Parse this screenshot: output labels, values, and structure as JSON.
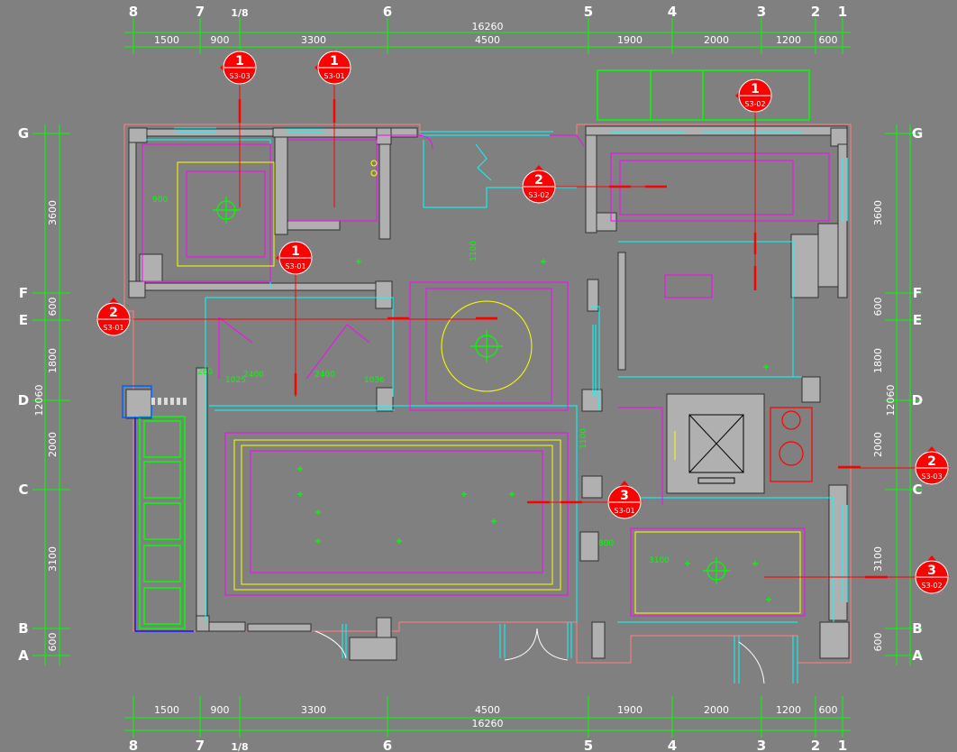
{
  "drawing": {
    "background": "#808080",
    "colors": {
      "dim": "#00ff00",
      "wall": "#b0b0b0",
      "wall_outline": "#303030",
      "cyan": "#00ffff",
      "magenta": "#ff00ff",
      "yellow": "#ffff00",
      "red": "#ff0000",
      "pink": "#ff8080",
      "blue": "#0000ff"
    },
    "grid_columns": [
      "8",
      "7",
      "1/8",
      "6",
      "5",
      "4",
      "3",
      "2",
      "1"
    ],
    "grid_rows": [
      "G",
      "F",
      "E",
      "D",
      "C",
      "B",
      "A"
    ],
    "top_total": "16260",
    "bottom_total": "16260",
    "top_segments": [
      "1500",
      "900",
      "3300",
      "4500",
      "1900",
      "2000",
      "1200",
      "600"
    ],
    "bottom_segments": [
      "1500",
      "900",
      "3300",
      "4500",
      "1900",
      "2000",
      "1200",
      "600"
    ],
    "left_total": "12060",
    "right_total": "12060",
    "left_segments": [
      "3600",
      "600",
      "1800",
      "2000",
      "3100",
      "600"
    ],
    "right_segments": [
      "3600",
      "600",
      "1800",
      "2000",
      "3100",
      "600"
    ],
    "section_markers": [
      {
        "num": "1",
        "ref": "S3-03"
      },
      {
        "num": "1",
        "ref": "S3-01"
      },
      {
        "num": "1",
        "ref": "S3-02"
      },
      {
        "num": "2",
        "ref": "S3-02"
      },
      {
        "num": "1",
        "ref": "S3-01"
      },
      {
        "num": "2",
        "ref": "S3-01"
      },
      {
        "num": "3",
        "ref": "S3-01"
      },
      {
        "num": "2",
        "ref": "S3-03"
      },
      {
        "num": "3",
        "ref": "S3-02"
      }
    ],
    "room_dims": [
      "1100",
      "2400",
      "2400",
      "1036",
      "1025",
      "260",
      "800",
      "900",
      "1100",
      "3100"
    ]
  }
}
